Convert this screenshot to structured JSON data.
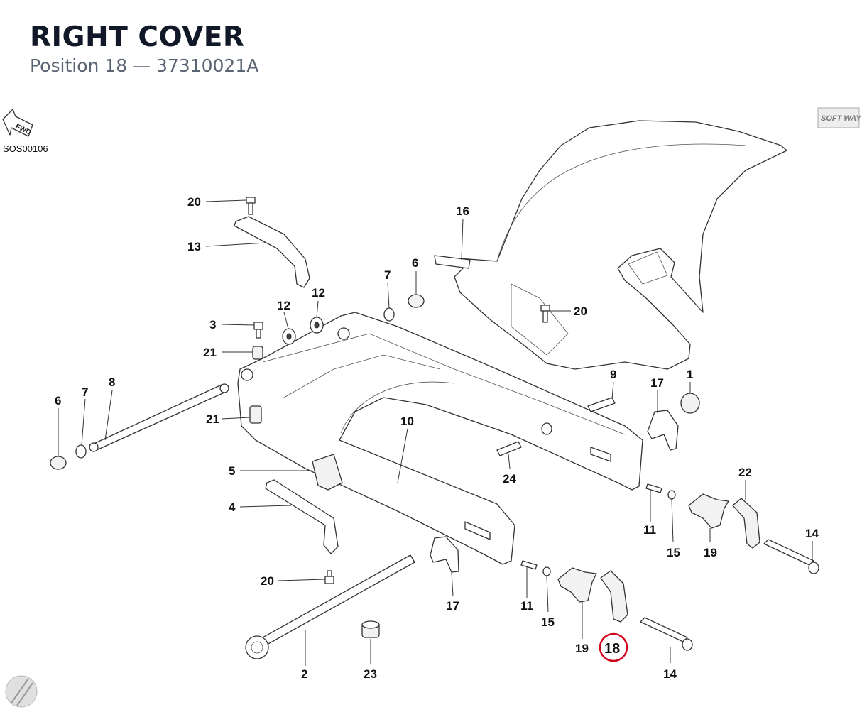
{
  "header": {
    "title": "RIGHT COVER",
    "subtitle": "Position 18 — 37310021A"
  },
  "diagram": {
    "ref_code": "SOS00106",
    "fwd_label": "FWD",
    "brand": "SOFT WAY",
    "highlight_color": "#d0021b",
    "callouts": {
      "c1": "1",
      "c2": "2",
      "c3": "3",
      "c4": "4",
      "c5": "5",
      "c6a": "6",
      "c6b": "6",
      "c7a": "7",
      "c7b": "7",
      "c8": "8",
      "c9": "9",
      "c10": "10",
      "c11a": "11",
      "c11b": "11",
      "c12a": "12",
      "c12b": "12",
      "c13": "13",
      "c14a": "14",
      "c14b": "14",
      "c15a": "15",
      "c15b": "15",
      "c16": "16",
      "c17a": "17",
      "c17b": "17",
      "c18": "18",
      "c19a": "19",
      "c19b": "19",
      "c20a": "20",
      "c20b": "20",
      "c20c": "20",
      "c21a": "21",
      "c21b": "21",
      "c22": "22",
      "c23": "23",
      "c24": "24"
    }
  }
}
